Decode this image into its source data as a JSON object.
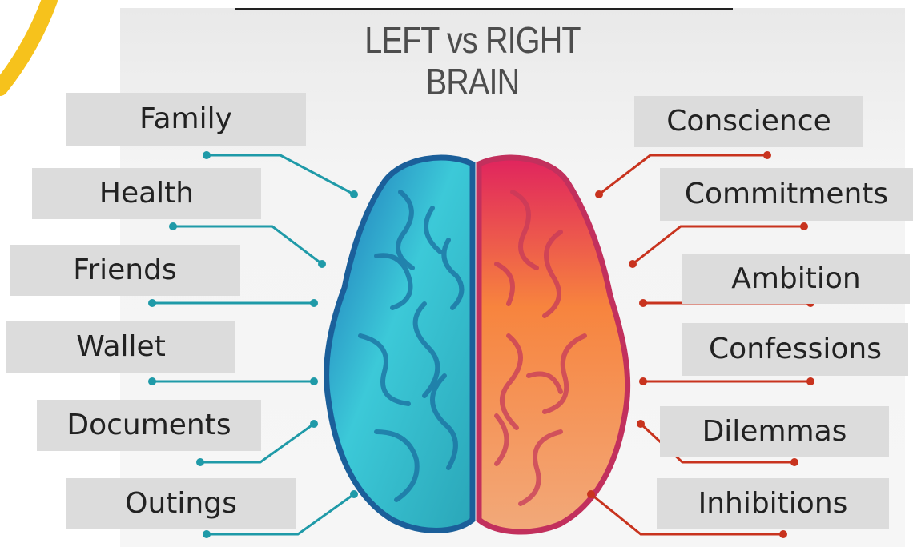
{
  "title": {
    "line1": "LEFT vs RIGHT",
    "line2": "BRAIN"
  },
  "colors": {
    "left_hemisphere": "#2f9fd0",
    "left_hemisphere_light": "#46d8c8",
    "right_hemisphere": "#d13a6a",
    "right_hemisphere_light": "#f6a46e",
    "left_connector": "#1f9aa8",
    "right_connector": "#c8331e",
    "label_box": "#dcdcdc",
    "accent_arc": "#f6c21c"
  },
  "left_labels": [
    "Family",
    "Health",
    "Friends",
    "Wallet",
    "Documents",
    "Outings"
  ],
  "right_labels": [
    "Conscience",
    "Commitments",
    "Ambition",
    "Confessions",
    "Dilemmas",
    "Inhibitions"
  ]
}
